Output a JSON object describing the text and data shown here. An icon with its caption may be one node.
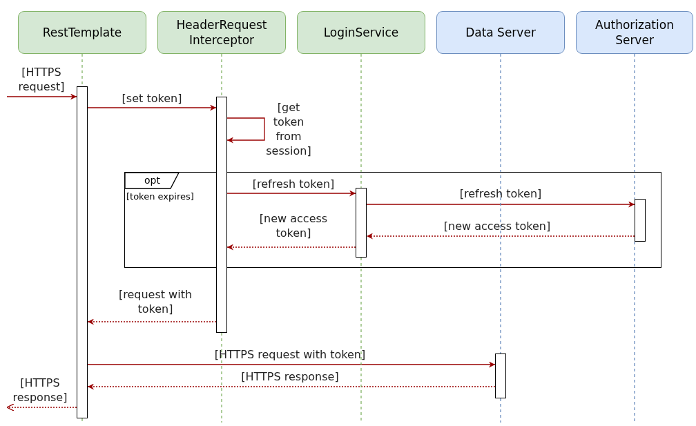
{
  "diagram": {
    "nodes": [
      {
        "text": [
          "RestTemplate"
        ]
      },
      {
        "text": [
          "HeaderRequest Interceptor"
        ]
      },
      {
        "text": [
          "LoginService"
        ]
      },
      {
        "text": [
          "Data Server"
        ]
      },
      {
        "text": [
          "Authorization Server"
        ]
      },
      {
        "text": [],
        "shape": "bar"
      },
      {
        "text": [],
        "shape": "bar"
      },
      {
        "text": [
          "opt",
          "[token expires]"
        ]
      },
      {
        "text": [],
        "shape": "bar",
        "in": 7
      },
      {
        "text": [],
        "shape": "bar",
        "in": 7
      },
      {
        "text": [],
        "shape": "bar"
      }
    ],
    "edges": [
      {
        "from": null,
        "to": 5,
        "arrow": "to",
        "label": "[HTTPS request]"
      },
      {
        "from": 5,
        "to": 6,
        "arrow": "to",
        "label": "[set token]"
      },
      {
        "from": 6,
        "to": 6,
        "arrow": "to",
        "label": "[get token from session]"
      },
      {
        "from": 6,
        "to": 8,
        "arrow": "to",
        "label": "[refresh token]"
      },
      {
        "from": 8,
        "to": 9,
        "arrow": "to",
        "label": "[refresh token]"
      },
      {
        "from": 9,
        "to": 8,
        "arrow": "to",
        "label": "[new access token]",
        "style": "dashed"
      },
      {
        "from": 8,
        "to": 6,
        "arrow": "to",
        "label": "[new access token]",
        "style": "dashed"
      },
      {
        "from": 6,
        "to": 5,
        "arrow": "to",
        "label": "[request with token]",
        "style": "dashed"
      },
      {
        "from": 5,
        "to": 10,
        "arrow": "to",
        "label": "[HTTPS request with token]"
      },
      {
        "from": 10,
        "to": 5,
        "arrow": "to",
        "label": "[HTTPS response]",
        "style": "dashed"
      },
      {
        "from": 5,
        "to": null,
        "arrow": "to",
        "label": "[HTTPS response]",
        "style": "dashed"
      },
      {
        "from": 0,
        "to": 5,
        "arrow": "none",
        "style": "dashed",
        "color": "#82b366"
      },
      {
        "from": 1,
        "to": 6,
        "arrow": "none",
        "style": "dashed",
        "color": "#82b366"
      },
      {
        "from": 2,
        "to": 8,
        "arrow": "none",
        "style": "dashed",
        "color": "#82b366"
      },
      {
        "from": 3,
        "to": 10,
        "arrow": "none",
        "style": "dashed",
        "color": "#6c8ebf"
      },
      {
        "from": 4,
        "to": 9,
        "arrow": "none",
        "style": "dashed",
        "color": "#6c8ebf"
      }
    ]
  }
}
